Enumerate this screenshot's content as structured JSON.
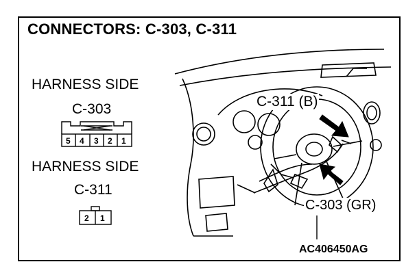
{
  "title": "CONNECTORS: C-303, C-311",
  "left_panel": {
    "harness_label_1": "HARNESS SIDE",
    "connector_1": "C-303",
    "connector_1_pins": [
      "5",
      "4",
      "3",
      "2",
      "1"
    ],
    "harness_label_2": "HARNESS SIDE",
    "connector_2": "C-311",
    "connector_2_pins": [
      "2",
      "1"
    ]
  },
  "callouts": {
    "c311": "C-311 (B)",
    "c303": "C-303 (GR)"
  },
  "figure_id": "AC406450AG"
}
